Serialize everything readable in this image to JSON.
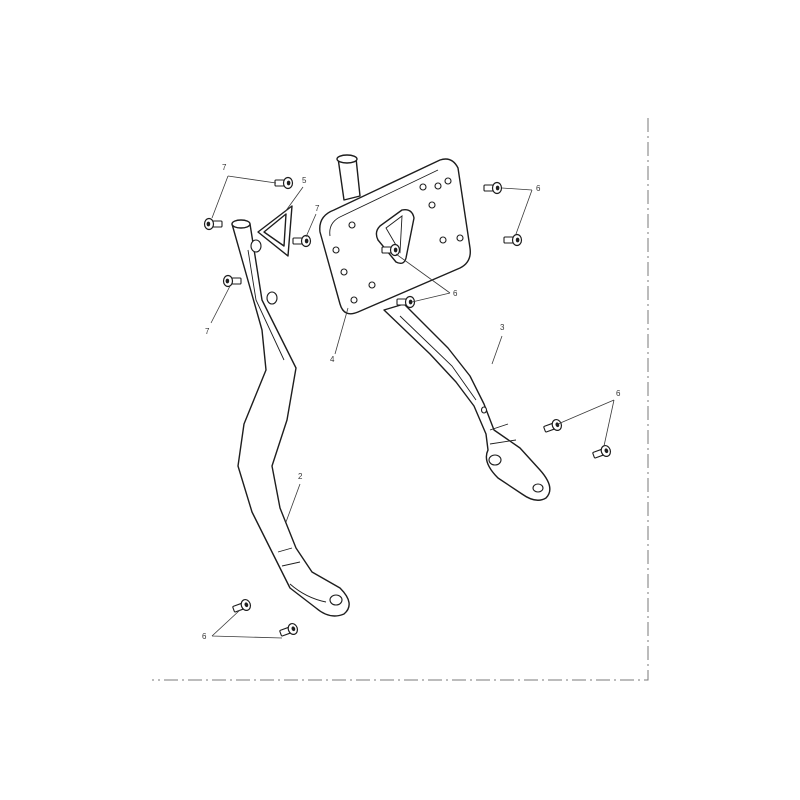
{
  "callouts": {
    "c2": "2",
    "c3": "3",
    "c4": "4",
    "c5": "5",
    "c6a": "6",
    "c6b": "6",
    "c6c": "6",
    "c6d": "6",
    "c7a": "7",
    "c7b": "7",
    "c7c": "7"
  }
}
